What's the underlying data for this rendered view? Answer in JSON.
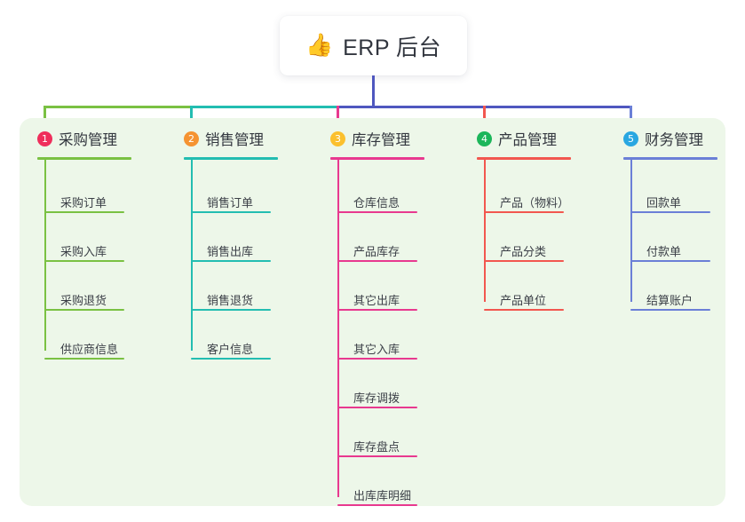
{
  "root": {
    "icon": "thumbs-up-icon",
    "emoji": "👍",
    "title": "ERP 后台"
  },
  "theme": {
    "page_bg": "#ffffff",
    "panel_bg": "#edf7e9",
    "card_bg": "#ffffff",
    "text": "#33373f",
    "root_stem": "#4f57bf"
  },
  "columns": [
    {
      "number": "1",
      "title": "采购管理",
      "badge_color": "#ef2e5b",
      "line_color": "#7ac143",
      "bus_color": "#7ac143",
      "items": [
        "采购订单",
        "采购入库",
        "采购退货",
        "供应商信息"
      ]
    },
    {
      "number": "2",
      "title": "销售管理",
      "badge_color": "#f59331",
      "line_color": "#23bdb1",
      "bus_color": "#23bdb1",
      "items": [
        "销售订单",
        "销售出库",
        "销售退货",
        "客户信息"
      ]
    },
    {
      "number": "3",
      "title": "库存管理",
      "badge_color": "#fbc02d",
      "line_color": "#e8398f",
      "bus_color": "#4f57bf",
      "items": [
        "仓库信息",
        "产品库存",
        "其它出库",
        "其它入库",
        "库存调拨",
        "库存盘点",
        "出库库明细"
      ]
    },
    {
      "number": "4",
      "title": "产品管理",
      "badge_color": "#1cb65a",
      "line_color": "#f2574f",
      "bus_color": "#4f57bf",
      "items": [
        "产品（物料）",
        "产品分类",
        "产品单位"
      ]
    },
    {
      "number": "5",
      "title": "财务管理",
      "badge_color": "#29a7e1",
      "line_color": "#6b7fd7",
      "bus_color": "#4f57bf",
      "items": [
        "回款单",
        "付款单",
        "结算账户"
      ]
    }
  ]
}
